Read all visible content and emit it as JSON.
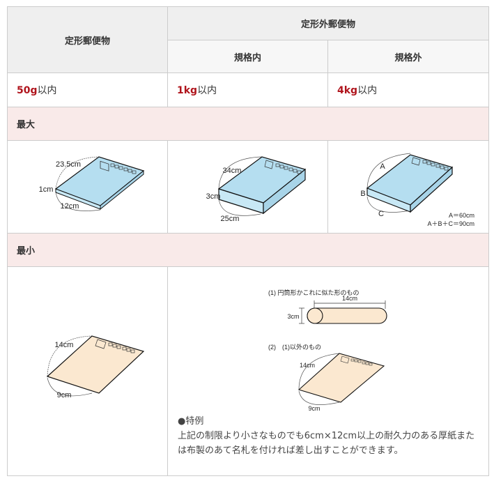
{
  "header": {
    "col1": "定形郵便物",
    "col23": "定形外郵便物",
    "sub2": "規格内",
    "sub3": "規格外"
  },
  "weights": [
    {
      "num": "50g",
      "suffix": "以内"
    },
    {
      "num": "1kg",
      "suffix": "以内"
    },
    {
      "num": "4kg",
      "suffix": "以内"
    }
  ],
  "sections": {
    "max": "最大",
    "min": "最小"
  },
  "max_diagrams": {
    "teikei": {
      "length": "23.5cm",
      "thickness": "1cm",
      "width": "12cm"
    },
    "kikakunai": {
      "length": "34cm",
      "thickness": "3cm",
      "width": "25cm"
    },
    "kikakugai": {
      "a": "A",
      "b": "B",
      "c": "C",
      "rule1": "A＝60cm",
      "rule2": "A＋B＋C＝90cm"
    }
  },
  "min_diagrams": {
    "teikei": {
      "length": "14cm",
      "width": "9cm"
    },
    "teikeigai": {
      "case1_title": "(1) 円筒形かこれに似た形のもの",
      "case1_length": "14cm",
      "case1_diameter": "3cm",
      "case2_title": "(2)　(1)以外のもの",
      "case2_length": "14cm",
      "case2_width": "9cm"
    }
  },
  "special": {
    "title": "●特例",
    "body": "上記の制限より小さなものでも6cm×12cm以上の耐久力のある厚紙または布製のあて名札を付ければ差し出すことができます。"
  },
  "colors": {
    "accent_red": "#b0141c",
    "section_bg": "#f9eae9",
    "header_bg": "#efefef",
    "max_fill": "#b5def0",
    "min_fill": "#fbe8d0"
  }
}
